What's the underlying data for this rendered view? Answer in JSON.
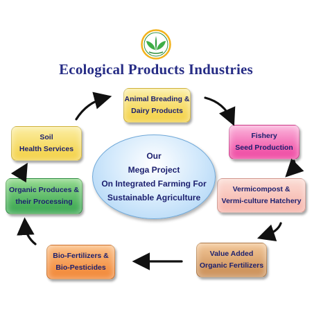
{
  "header": {
    "company_title": "Ecological Products Industries"
  },
  "center": {
    "lines": [
      "Our",
      "Mega Project",
      "On Integrated Farming For",
      "Sustainable Agriculture"
    ]
  },
  "cycle": {
    "animal": {
      "line1": "Animal Breading &",
      "line2": "Dairy Products"
    },
    "fishery": {
      "line1": "Fishery",
      "line2": "Seed Production"
    },
    "vermi": {
      "line1": "Vermicompost &",
      "line2": "Vermi-culture Hatchery"
    },
    "value": {
      "line1": "Value Added",
      "line2": "Organic Fertilizers"
    },
    "bio": {
      "line1": "Bio-Fertilizers &",
      "line2": "Bio-Pesticides"
    },
    "organic": {
      "line1": "Organic Produces &",
      "line2": "their Processing"
    },
    "soil": {
      "line1": "Soil",
      "line2": "Health Services"
    }
  },
  "colors": {
    "title": "#262c85",
    "box_text": "#1b1f6e",
    "animal": "#f3cf3f",
    "fishery": "#ee3d9c",
    "vermi": "#f6b0a6",
    "value": "#c7894f",
    "bio": "#f1822e",
    "organic": "#33a34b",
    "soil": "#f3cf3f",
    "center": "#cfe7fb",
    "arrow": "#111111"
  },
  "icons": {
    "logo": "leaf-sprout-icon",
    "arrow": "curved-arrow-icon"
  }
}
